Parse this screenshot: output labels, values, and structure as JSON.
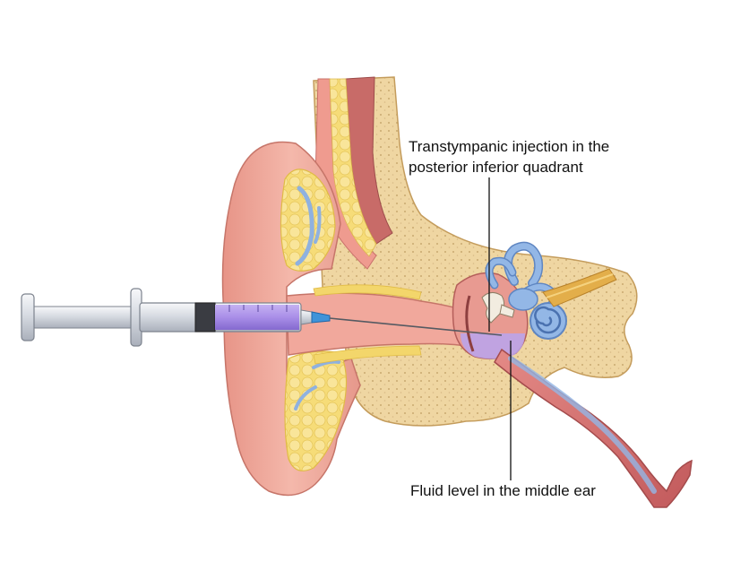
{
  "labels": {
    "injection_line1": "Transtympanic injection in the",
    "injection_line2": "posterior inferior quadrant",
    "fluid": "Fluid level in the middle ear"
  },
  "colors": {
    "skin": "#f0aca0",
    "skin_shadow": "#d9877b",
    "skin_dark": "#b9665e",
    "cartilage": "#f3d66b",
    "cartilage_edge": "#e0bb46",
    "bone": "#efd6a2",
    "bone_dot": "#c9a970",
    "cochlea": "#93b7e6",
    "cochlea_edge": "#5f86c2",
    "muscle": "#c56a67",
    "nerve": "#e3ae4a",
    "syringe_fluid": "#a98ee8",
    "syringe_glass": "#e4e7ec",
    "needle_hub": "#3f93d9",
    "tube": "#d46f6f"
  }
}
